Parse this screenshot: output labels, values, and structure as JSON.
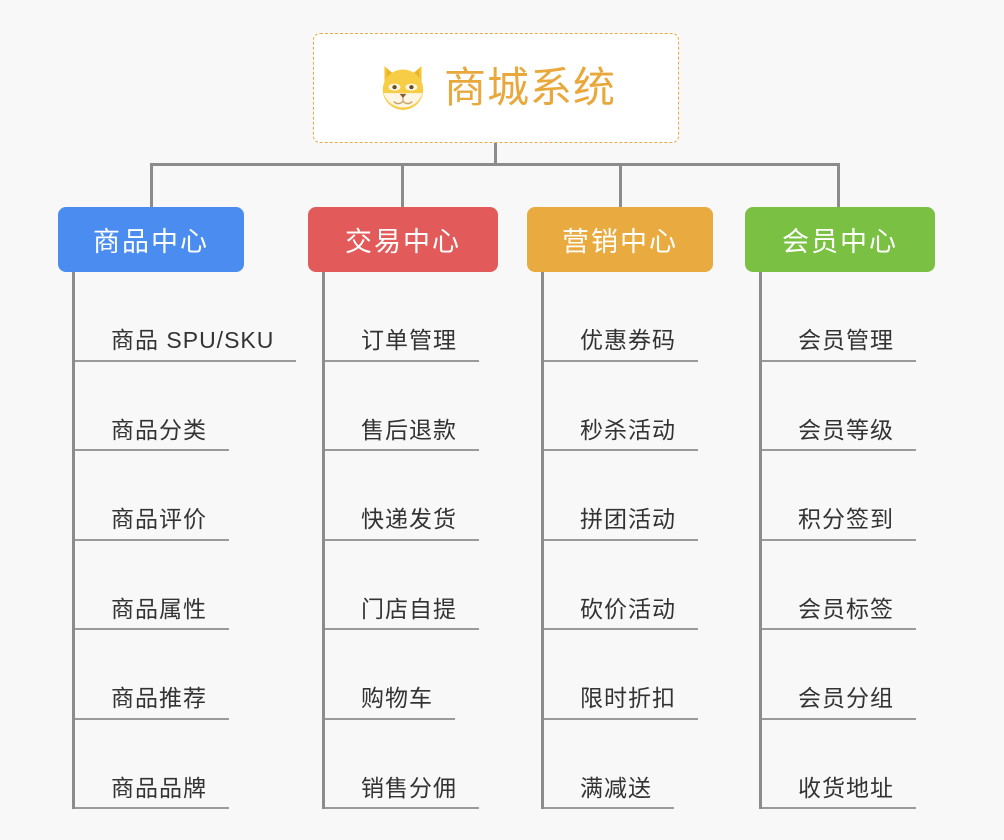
{
  "diagram": {
    "type": "mindmap",
    "background_color": "#f8f8f8",
    "connector_color": "#8c8c8c",
    "root": {
      "title": "商城系统",
      "icon": "shiba-dog-face-emoji",
      "text_color": "#e8a83c",
      "border_color": "#e8a845",
      "background_color": "#ffffff"
    },
    "categories": [
      {
        "label": "商品中心",
        "color": "#4a8cf0",
        "items": [
          "商品 SPU/SKU",
          "商品分类",
          "商品评价",
          "商品属性",
          "商品推荐",
          "商品品牌"
        ]
      },
      {
        "label": "交易中心",
        "color": "#e35a5a",
        "items": [
          "订单管理",
          "售后退款",
          "快递发货",
          "门店自提",
          "购物车",
          "销售分佣"
        ]
      },
      {
        "label": "营销中心",
        "color": "#e9ab3f",
        "items": [
          "优惠券码",
          "秒杀活动",
          "拼团活动",
          "砍价活动",
          "限时折扣",
          "满减送"
        ]
      },
      {
        "label": "会员中心",
        "color": "#7ac143",
        "items": [
          "会员管理",
          "会员等级",
          "积分签到",
          "会员标签",
          "会员分组",
          "收货地址"
        ]
      }
    ]
  }
}
